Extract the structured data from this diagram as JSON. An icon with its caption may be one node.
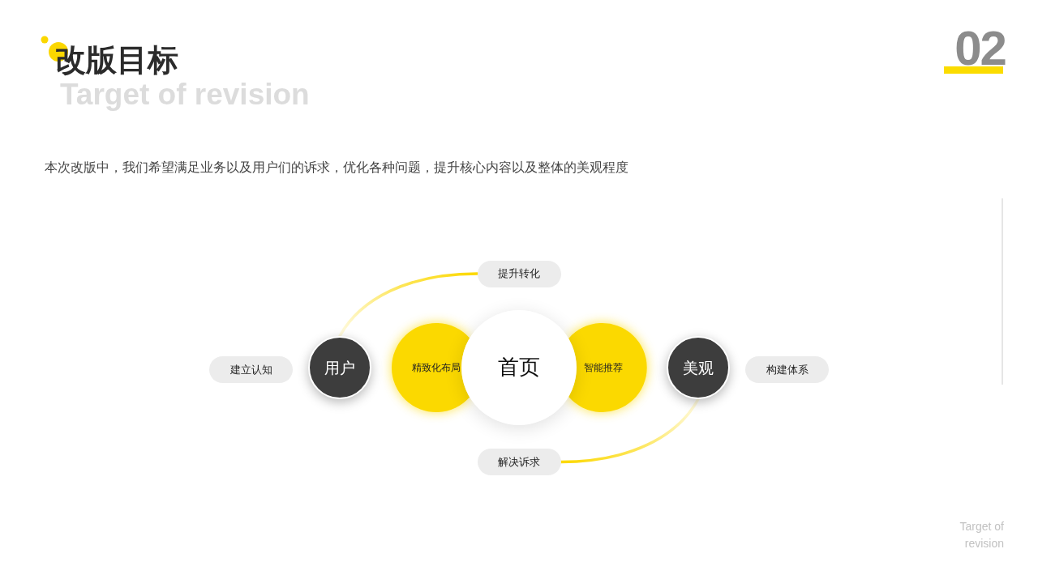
{
  "diagram": {
    "title": "改版目标",
    "nodes": [
      {
        "text": [
          "提升转化"
        ]
      },
      {
        "text": [
          "建立认知"
        ]
      },
      {
        "text": [
          "用户"
        ]
      },
      {
        "text": [
          "精致化布局"
        ]
      },
      {
        "text": [
          "首页"
        ]
      },
      {
        "text": [
          "智能推荐"
        ]
      },
      {
        "text": [
          "美观"
        ]
      },
      {
        "text": [
          "构建体系"
        ]
      },
      {
        "text": [
          "解决诉求"
        ]
      }
    ],
    "edges": [
      {
        "from": 2,
        "to": 0,
        "arrow": "none"
      },
      {
        "from": 6,
        "to": 8,
        "arrow": "none"
      }
    ],
    "labels": [
      "Target of revision",
      "02",
      "本次改版中，我们希望满足业务以及用户们的诉求，优化各种问题，提升核心内容以及整体的美观程度",
      "Target of revision"
    ]
  }
}
